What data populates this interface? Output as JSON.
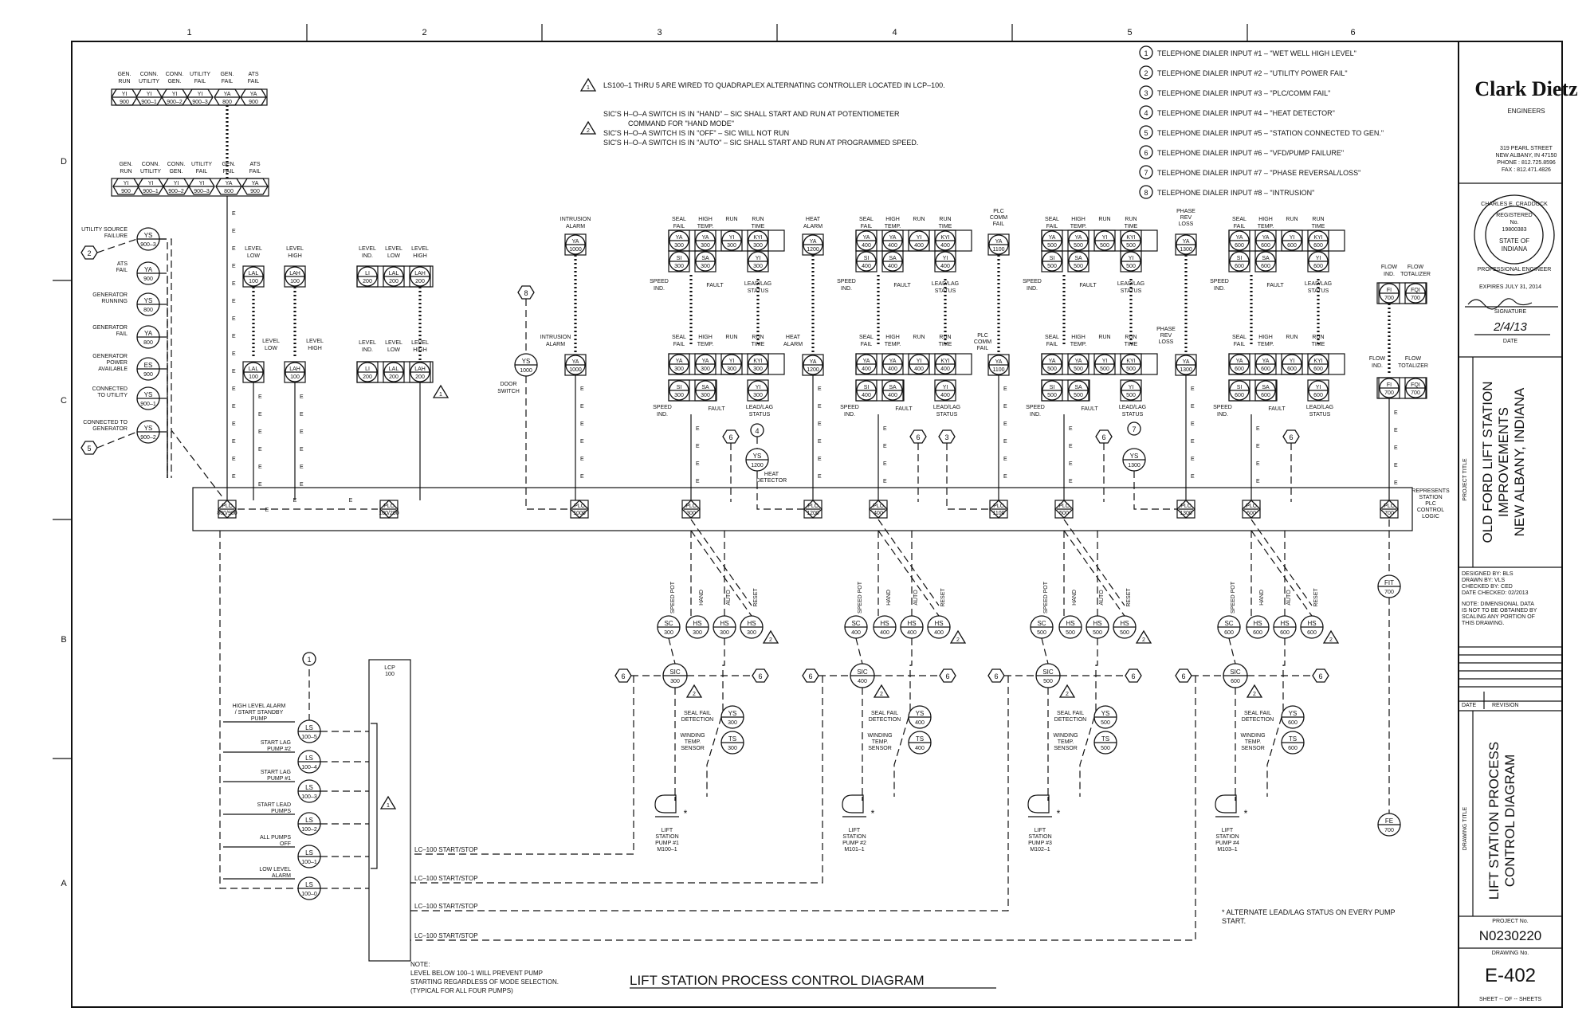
{
  "grid": {
    "columns": [
      "1",
      "2",
      "3",
      "4",
      "5",
      "6"
    ],
    "rows": [
      "D",
      "C",
      "B",
      "A"
    ]
  },
  "legend_notes": [
    {
      "num": "1",
      "text": "TELEPHONE DIALER INPUT #1 – \"WET WELL HIGH LEVEL\""
    },
    {
      "num": "2",
      "text": "TELEPHONE DIALER INPUT #2 – \"UTILITY POWER FAIL\""
    },
    {
      "num": "3",
      "text": "TELEPHONE DIALER INPUT #3 – \"PLC/COMM FAIL\""
    },
    {
      "num": "4",
      "text": "TELEPHONE DIALER INPUT #4 – \"HEAT DETECTOR\""
    },
    {
      "num": "5",
      "text": "TELEPHONE DIALER INPUT #5 – \"STATION CONNECTED TO GEN.\""
    },
    {
      "num": "6",
      "text": "TELEPHONE DIALER INPUT #6 – \"VFD/PUMP FAILURE\""
    },
    {
      "num": "7",
      "text": "TELEPHONE DIALER INPUT #7 – \"PHASE REVERSAL/LOSS\""
    },
    {
      "num": "8",
      "text": "TELEPHONE DIALER INPUT #8 – \"INTRUSION\""
    }
  ],
  "triangle_notes": [
    {
      "num": "1",
      "lines": [
        "LS100–1 THRU 5 ARE WIRED TO QUADRAPLEX ALTERNATING CONTROLLER LOCATED IN LCP–100."
      ]
    },
    {
      "num": "2",
      "lines": [
        "SIC'S H–O–A SWITCH IS IN \"HAND\" – SIC SHALL START AND RUN AT POTENTIOMETER",
        "COMMAND FOR \"HAND MODE\"",
        "SIC'S H–O–A SWITCH IS IN \"OFF\" – SIC WILL NOT RUN",
        "SIC'S H–O–A SWITCH IS IN \"AUTO\" – SIC SHALL START AND RUN AT PROGRAMMED SPEED."
      ]
    }
  ],
  "title_block": {
    "firm": "Clark Dietz",
    "firm_sub": "ENGINEERS",
    "address": [
      "319 PEARL STREET",
      "NEW ALBANY, IN 47150",
      "PHONE : 812.725.8596",
      "FAX : 812.471.4826"
    ],
    "seal": {
      "name": "CHARLES E. CRADDOCK",
      "registered": "REGISTERED",
      "no_label": "No.",
      "number": "19800383",
      "state": [
        "STATE OF",
        "INDIANA"
      ],
      "ring": "PROFESSIONAL ENGINEER"
    },
    "expires": "EXPIRES JULY 31, 2014",
    "signature_label": "SIGNATURE",
    "date_value": "2/4/13",
    "date_label": "DATE",
    "project_title_label": "PROJECT TITLE",
    "project_title": [
      "OLD FORD LIFT STATION",
      "IMPROVEMENTS",
      "NEW ALBANY, INDIANA"
    ],
    "designed_by": "DESIGNED BY:  BLS",
    "drawn_by": "DRAWN BY:    VLS",
    "checked_by": "CHECKED BY:   CED",
    "date_checked": "DATE CHECKED: 02/2013",
    "note": [
      "NOTE: DIMENSIONAL DATA",
      "IS NOT TO BE OBTAINED BY",
      "SCALING ANY PORTION OF",
      "THIS DRAWING."
    ],
    "revision_date": "DATE",
    "revision_label": "REVISION",
    "drawing_title_label": "DRAWING TITLE",
    "drawing_title": [
      "LIFT STATION PROCESS",
      "CONTROL DIAGRAM"
    ],
    "project_no_label": "PROJECT No.",
    "project_no": "N0230220",
    "drawing_no_label": "DRAWING No.",
    "drawing_no": "E-402",
    "sheet": "SHEET -- OF -- SHEETS"
  },
  "diagram": {
    "gen_top_labels": [
      "GEN. RUN",
      "CONN. UTILITY",
      "CONN. GEN.",
      "UTILITY FAIL",
      "GEN. FAIL",
      "ATS FAIL"
    ],
    "gen_top_tags": [
      [
        "YI",
        "900"
      ],
      [
        "YI",
        "900–1"
      ],
      [
        "YI",
        "900–2"
      ],
      [
        "YI",
        "900–3"
      ],
      [
        "YA",
        "800"
      ],
      [
        "YA",
        "900"
      ]
    ],
    "gen_mid_labels": [
      "GEN. RUN",
      "CONN. UTILITY",
      "CONN. GEN.",
      "UTILITY FAIL",
      "GEN. FAIL",
      "ATS FAIL"
    ],
    "gen_mid_tags": [
      [
        "YI",
        "900"
      ],
      [
        "YI",
        "900–1"
      ],
      [
        "YI",
        "900–2"
      ],
      [
        "YI",
        "900–3"
      ],
      [
        "YA",
        "800"
      ],
      [
        "YA",
        "900"
      ]
    ],
    "field_devices": [
      {
        "label": [
          "UTILITY SOURCE",
          "FAILURE"
        ],
        "tag": [
          "YS",
          "900–3"
        ]
      },
      {
        "label": [
          "ATS",
          "FAIL"
        ],
        "tag": [
          "YA",
          "900"
        ]
      },
      {
        "label": [
          "GENERATOR",
          "RUNNING"
        ],
        "tag": [
          "YS",
          "800"
        ]
      },
      {
        "label": [
          "GENERATOR",
          "FAIL"
        ],
        "tag": [
          "YA",
          "800"
        ]
      },
      {
        "label": [
          "GENERATOR",
          "POWER",
          "AVAILABLE"
        ],
        "tag": [
          "ES",
          "900"
        ]
      },
      {
        "label": [
          "CONNECTED",
          "TO UTILITY"
        ],
        "tag": [
          "YS",
          "900–1"
        ]
      },
      {
        "label": [
          "CONNECTED TO",
          "GENERATOR"
        ],
        "tag": [
          "YS",
          "900–2"
        ]
      }
    ],
    "level_upper": [
      {
        "label": [
          "LEVEL",
          "LOW"
        ],
        "tag": [
          "LAL",
          "100"
        ]
      },
      {
        "label": [
          "LEVEL",
          "HIGH"
        ],
        "tag": [
          "LAH",
          "100"
        ]
      }
    ],
    "level_lower": [
      {
        "label": [
          "LEVEL",
          "LOW"
        ],
        "tag": [
          "LAL",
          "100"
        ]
      },
      {
        "label": [
          "LEVEL",
          "HIGH"
        ],
        "tag": [
          "LAH",
          "100"
        ]
      }
    ],
    "level_group_upper": {
      "labels": [
        [
          "LEVEL",
          "IND."
        ],
        [
          "LEVEL",
          "LOW"
        ],
        [
          "LEVEL",
          "HIGH"
        ]
      ],
      "tags": [
        [
          "LI",
          "200"
        ],
        [
          "LAL",
          "200"
        ],
        [
          "LAH",
          "200"
        ]
      ]
    },
    "level_group_lower": {
      "labels": [
        [
          "LEVEL",
          "IND."
        ],
        [
          "LEVEL",
          "LOW"
        ],
        [
          "LEVEL",
          "HIGH"
        ]
      ],
      "tags": [
        [
          "LI",
          "200"
        ],
        [
          "LAL",
          "200"
        ],
        [
          "LAH",
          "200"
        ]
      ]
    },
    "intrusion": {
      "label_upper": [
        "INTRUSION",
        "ALARM"
      ],
      "tag_upper": [
        "YA",
        "1000"
      ],
      "label_lower": [
        "INTRUSION",
        "ALARM"
      ],
      "tag_lower": [
        "YA",
        "1000"
      ],
      "switch_label": [
        "DOOR",
        "SWITCH"
      ],
      "switch_tag": [
        "YS",
        "1000"
      ]
    },
    "plc_tags": [
      [
        "PLC",
        "800/900"
      ],
      [
        "PLC",
        "100/200"
      ],
      [
        "PLC",
        "1000"
      ],
      [
        "PLC",
        "300"
      ],
      [
        "PLC",
        "1200"
      ],
      [
        "PLC",
        "400"
      ],
      [
        "PLC",
        "1100"
      ],
      [
        "PLC",
        "500"
      ],
      [
        "PLC",
        "1300"
      ],
      [
        "PLC",
        "600"
      ],
      [
        "PLC",
        "700"
      ]
    ],
    "plc_note": [
      "REPRESENTS",
      "STATION",
      "PLC",
      "CONTROL",
      "LOGIC"
    ],
    "e_mark": "E",
    "pump_labels": {
      "seal_fail": [
        "SEAL",
        "FAIL"
      ],
      "high_temp": [
        "HIGH",
        "TEMP."
      ],
      "run": [
        "RUN"
      ],
      "run_time": [
        "RUN",
        "TIME"
      ],
      "speed_ind": [
        "SPEED",
        "IND."
      ],
      "fault": [
        "FAULT"
      ],
      "lead_lag": [
        "LEAD/LAG",
        "STATUS"
      ],
      "speed_pot": "SPEED POT",
      "hand": "HAND",
      "auto": "AUTO",
      "reset": "RESET",
      "seal_fail_det": [
        "SEAL FAIL",
        "DETECTION"
      ],
      "winding": [
        "WINDING",
        "TEMP.",
        "SENSOR"
      ]
    },
    "pumps": [
      {
        "num": "300",
        "sic": "SIC",
        "pump_label": [
          "LIFT",
          "STATION",
          "PUMP #1",
          "M100–1"
        ]
      },
      {
        "num": "400",
        "sic": "SIC",
        "pump_label": [
          "LIFT",
          "STATION",
          "PUMP #2",
          "M101–1"
        ]
      },
      {
        "num": "500",
        "sic": "SIC",
        "pump_label": [
          "LIFT",
          "STATION",
          "PUMP #3",
          "M102–1"
        ]
      },
      {
        "num": "600",
        "sic": "SIC",
        "pump_label": [
          "LIFT",
          "STATION",
          "PUMP #4",
          "M103–1"
        ]
      }
    ],
    "heat": {
      "label": [
        "HEAT",
        "ALARM"
      ],
      "tag": [
        "YA",
        "1200"
      ],
      "det_tag": [
        "YS",
        "1200"
      ],
      "det_label": [
        "HEAT",
        "DETECTOR"
      ]
    },
    "plc_comm": {
      "label": [
        "PLC",
        "COMM",
        "FAIL"
      ],
      "tag": [
        "YA",
        "1100"
      ]
    },
    "phase": {
      "label_upper": [
        "PHASE",
        "REV",
        "LOSS"
      ],
      "label_lower": [
        "PHASE",
        "REV",
        "LOSS"
      ],
      "tag": [
        "YA",
        "1300"
      ],
      "det_tag": [
        "YS",
        "1300"
      ]
    },
    "flow": {
      "labels_upper": [
        [
          "FLOW",
          "IND."
        ],
        [
          "FLOW",
          "TOTALIZER"
        ]
      ],
      "tags_upper": [
        [
          "FI",
          "700"
        ],
        [
          "FQI",
          "700"
        ]
      ],
      "labels_lower": [
        [
          "FLOW",
          "IND."
        ],
        [
          "FLOW",
          "TOTALIZER"
        ]
      ],
      "tags_lower": [
        [
          "FI",
          "700"
        ],
        [
          "FQI",
          "700"
        ]
      ],
      "fit": [
        "FIT",
        "700"
      ],
      "fe": [
        "FE",
        "700"
      ]
    },
    "lcp": {
      "title": [
        "LCP",
        "100"
      ],
      "rows": [
        {
          "label": [
            "HIGH LEVEL ALARM",
            "/ START STANDBY",
            "PUMP"
          ],
          "tag": [
            "LS",
            "100–5"
          ]
        },
        {
          "label": [
            "START LAG",
            "PUMP #2"
          ],
          "tag": [
            "LS",
            "100–4"
          ]
        },
        {
          "label": [
            "START LAG",
            "PUMP #1"
          ],
          "tag": [
            "LS",
            "100–3"
          ]
        },
        {
          "label": [
            "START LEAD",
            "PUMPS"
          ],
          "tag": [
            "LS",
            "100–2"
          ]
        },
        {
          "label": [
            "ALL PUMPS",
            "OFF"
          ],
          "tag": [
            "LS",
            "100–1"
          ]
        },
        {
          "label": [
            "LOW LEVEL",
            "ALARM"
          ],
          "tag": [
            "LS",
            "100–0"
          ]
        }
      ],
      "start_stop": [
        "LC–100 START/STOP",
        "LC–100 START/STOP",
        "LC–100 START/STOP",
        "LC–100 START/STOP"
      ]
    },
    "bottom_note": [
      "NOTE:",
      "LEVEL BELOW 100–1 WILL PREVENT PUMP",
      "STARTING REGARDLESS OF MODE SELECTION.",
      "(TYPICAL FOR ALL FOUR PUMPS)"
    ],
    "asterisk_note": [
      "* ALTERNATE LEAD/LAG STATUS ON EVERY PUMP",
      "START."
    ],
    "drawing_caption": "LIFT STATION PROCESS CONTROL DIAGRAM",
    "diamonds": {
      "num1": "1",
      "num2": "2",
      "num3": "3",
      "num4": "4",
      "num5": "5",
      "num6": "6",
      "num7": "7",
      "num8": "8"
    },
    "tri1": "1",
    "tri2": "2"
  }
}
